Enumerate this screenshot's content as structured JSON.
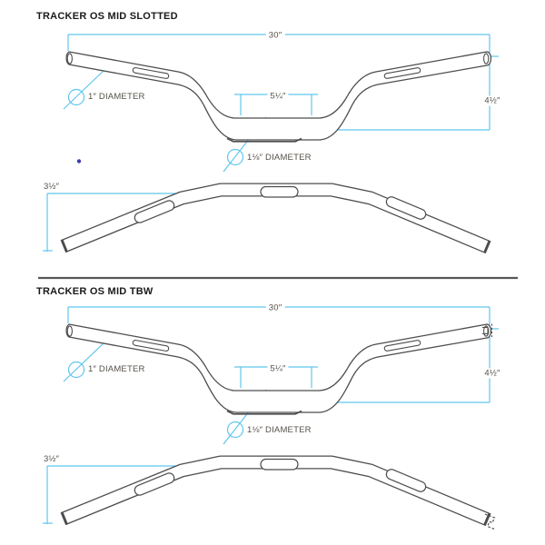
{
  "document": {
    "type": "handlebar-dimension-drawing",
    "background": "#ffffff"
  },
  "colors": {
    "dimension_blue": "#5fc6ee",
    "outline_gray": "#4d4d4f",
    "label_text": "#55514a",
    "title_text": "#1a1a1a",
    "divider_gray": "#57575a",
    "stray_dot_blue": "#3b3bb2"
  },
  "sections": [
    {
      "title": "TRACKER OS MID SLOTTED",
      "end_style": "slotted",
      "labels": {
        "overall_width": "30″",
        "grip_diameter": "1″ DIAMETER",
        "center_width": "5¼″",
        "rise": "4½″",
        "clamp_diameter": "1⅛″ DIAMETER",
        "pullback": "3½″"
      }
    },
    {
      "title": "TRACKER OS MID TBW",
      "end_style": "tbw",
      "labels": {
        "overall_width": "30″",
        "grip_diameter": "1″ DIAMETER",
        "center_width": "5¼″",
        "rise": "4½″",
        "clamp_diameter": "1⅛″ DIAMETER",
        "pullback": "3½″"
      }
    }
  ]
}
